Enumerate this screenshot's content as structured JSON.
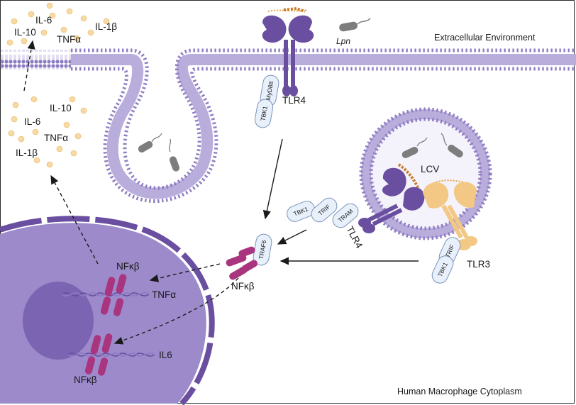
{
  "environment": {
    "extracellular": "Extracellular Environment",
    "cytoplasm": "Human Macrophage Cytoplasm"
  },
  "bacterium": {
    "label": "Lpn"
  },
  "vacuole": {
    "label": "LCV"
  },
  "cytokines_top": {
    "il10": "IL-10",
    "il6": "IL-6",
    "tnfa": "TNFα",
    "il1b": "IL-1β"
  },
  "cytokines_mid": {
    "il10": "IL-10",
    "il6": "IL-6",
    "tnfa": "TNFα",
    "il1b": "IL-1β"
  },
  "receptors": {
    "tlr4_surface": "TLR4",
    "tlr4_lcv": "TLR4",
    "tlr3_lcv": "TLR3"
  },
  "adaptors": {
    "surface": [
      "MyD88",
      "TBK1"
    ],
    "lcv_tlr4": [
      "TBK1",
      "TRIF",
      "TRAM"
    ],
    "lcv_tlr3": [
      "TRIF",
      "TBK1"
    ],
    "hub": "TRAF6"
  },
  "transcription": {
    "nfkb_cytoplasm": "NFκβ",
    "nfkb_nucleus": "NFκβ",
    "nfkb_gene_tnfa": "NFκβ",
    "gene_tnfa": "TNFα",
    "gene_il6": "IL6"
  },
  "colors": {
    "membrane": "#8E7CC3",
    "tlr4": "#6A4FA0",
    "tlr3": "#F2C884",
    "adaptor_fill": "#E8F0FB",
    "adaptor_stroke": "#7C93B8",
    "nfkb": "#A8357E",
    "nucleus": "#9C8ACB",
    "nucleolus": "#7B65B3",
    "cytokine": "#F7D9A4"
  }
}
